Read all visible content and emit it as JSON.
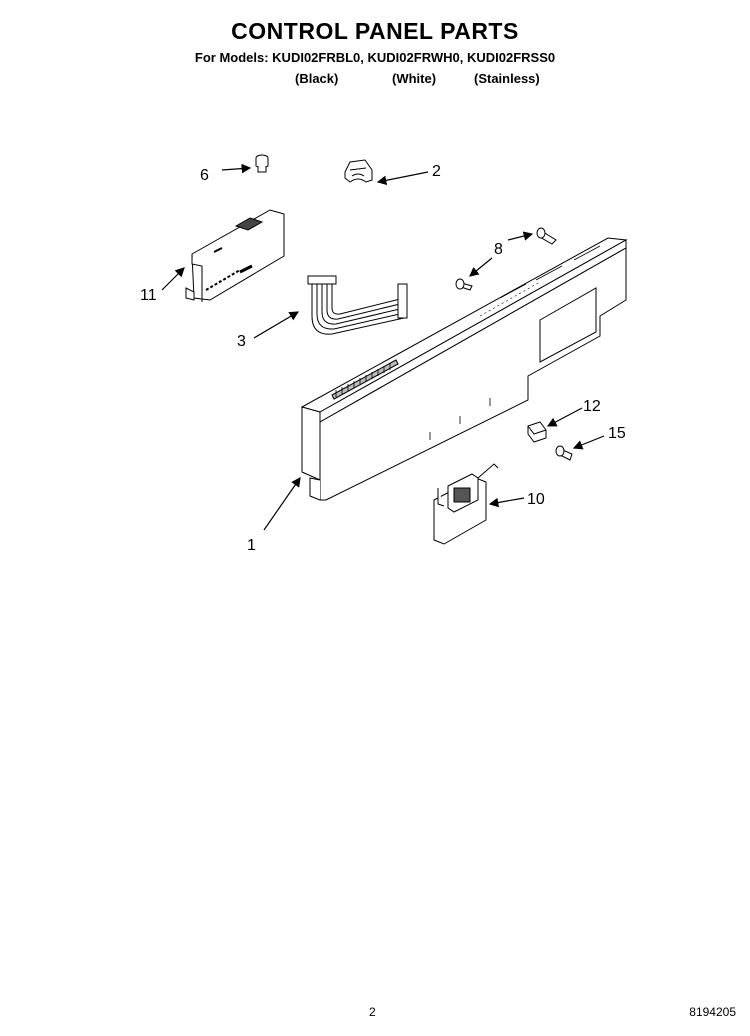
{
  "header": {
    "title": "CONTROL PANEL PARTS",
    "models": "For Models: KUDI02FRBL0, KUDI02FRWH0, KUDI02FRSS0",
    "variants": [
      "(Black)",
      "(White)",
      "(Stainless)"
    ]
  },
  "parts": [
    {
      "number": "1",
      "part": "control-panel"
    },
    {
      "number": "2",
      "part": "clip"
    },
    {
      "number": "3",
      "part": "ribbon-cable"
    },
    {
      "number": "6",
      "part": "button-cap"
    },
    {
      "number": "8",
      "part": "screw"
    },
    {
      "number": "10",
      "part": "switch-board"
    },
    {
      "number": "11",
      "part": "control-board"
    },
    {
      "number": "12",
      "part": "latch"
    },
    {
      "number": "15",
      "part": "screw"
    }
  ],
  "footer": {
    "page": "2",
    "code": "8194205"
  }
}
